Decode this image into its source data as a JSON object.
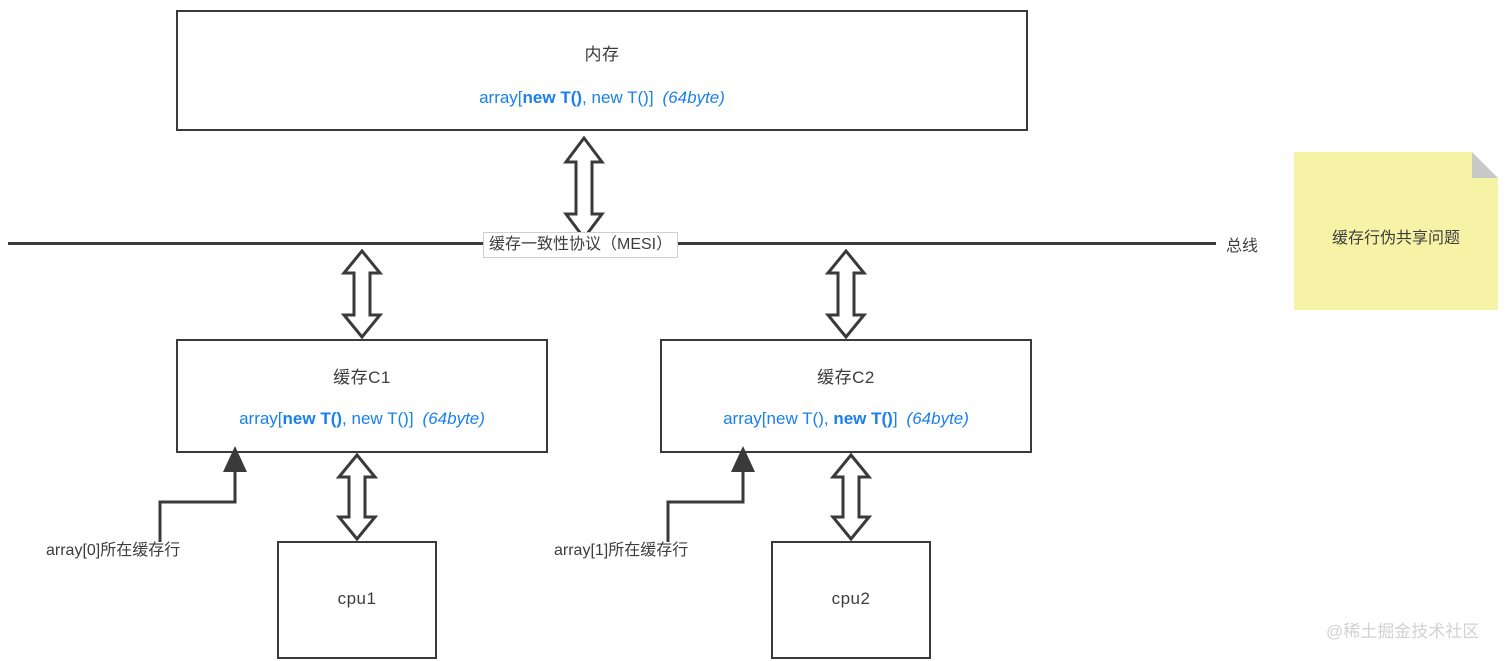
{
  "diagram": {
    "memory": {
      "title": "内存",
      "code": {
        "prefix": "array[",
        "slot1": "new T()",
        "sep": ", ",
        "slot2": "new T()",
        "suffix": "]",
        "size": "(64byte)",
        "bold_slot": 1
      }
    },
    "bus": {
      "protocol_label": "缓存一致性协议（MESI）",
      "name_label": "总线"
    },
    "caches": [
      {
        "title": "缓存C1",
        "code": {
          "prefix": "array[",
          "slot1": "new T()",
          "sep": ", ",
          "slot2": "new T()",
          "suffix": "]",
          "size": "(64byte)",
          "bold_slot": 1
        },
        "annotation": "array[0]所在缓存行"
      },
      {
        "title": "缓存C2",
        "code": {
          "prefix": "array[",
          "slot1": "new T()",
          "sep": ", ",
          "slot2": "new T()",
          "suffix": "]",
          "size": "(64byte)",
          "bold_slot": 2
        },
        "annotation": "array[1]所在缓存行"
      }
    ],
    "cpus": [
      {
        "title": "cpu1"
      },
      {
        "title": "cpu2"
      }
    ],
    "sticky_note": {
      "text": "缓存行伪共享问题",
      "fill": "#F7F3A6",
      "fold": "#C8C8C8"
    },
    "watermark": "@稀土掘金技术社区",
    "colors": {
      "stroke": "#3a3a3a",
      "code_blue": "#1a7ff0",
      "text": "#3d3d3d",
      "label_border": "#cfcfcf"
    }
  }
}
